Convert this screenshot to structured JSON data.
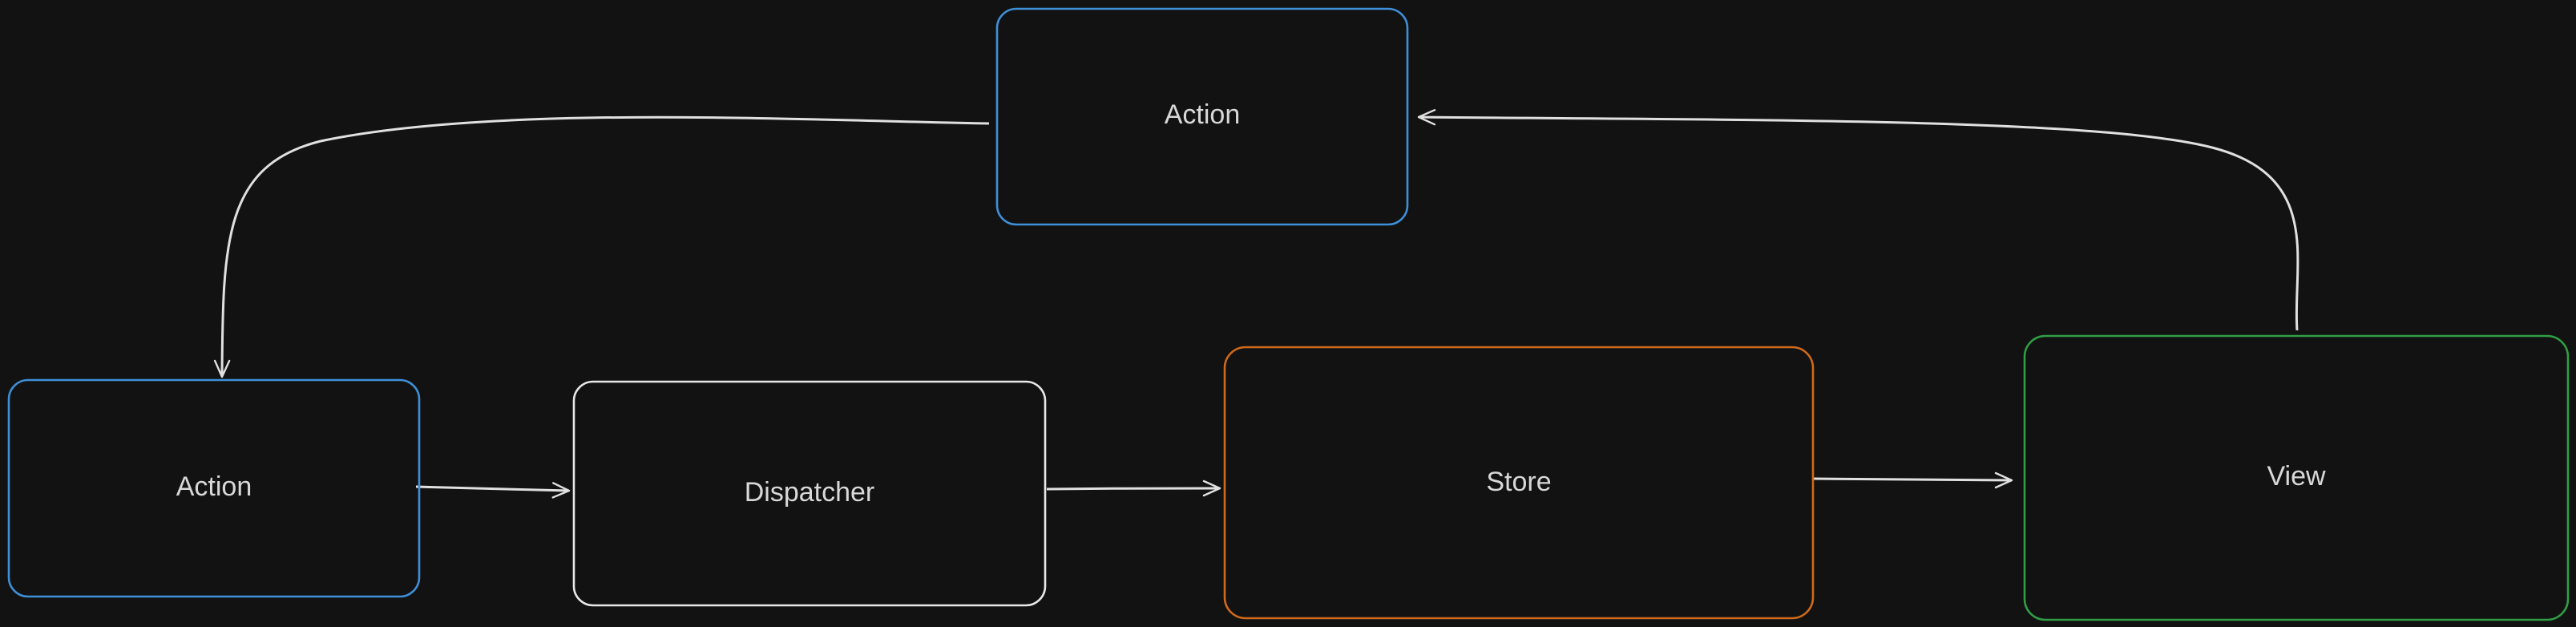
{
  "diagram": {
    "nodes": [
      {
        "id": "action-top",
        "label": "Action",
        "stroke": "#3f8fd8"
      },
      {
        "id": "action-left",
        "label": "Action",
        "stroke": "#3f8fd8"
      },
      {
        "id": "dispatcher",
        "label": "Dispatcher",
        "stroke": "#e8e8e8"
      },
      {
        "id": "store",
        "label": "Store",
        "stroke": "#d06a1a"
      },
      {
        "id": "view",
        "label": "View",
        "stroke": "#2f9e44"
      }
    ],
    "edges": [
      {
        "from": "action-top",
        "to": "action-left"
      },
      {
        "from": "action-left",
        "to": "dispatcher"
      },
      {
        "from": "dispatcher",
        "to": "store"
      },
      {
        "from": "store",
        "to": "view"
      },
      {
        "from": "view",
        "to": "action-top"
      }
    ],
    "colors": {
      "background": "#121212",
      "edge": "#e0e0e0",
      "text": "#d8d8d8"
    }
  }
}
